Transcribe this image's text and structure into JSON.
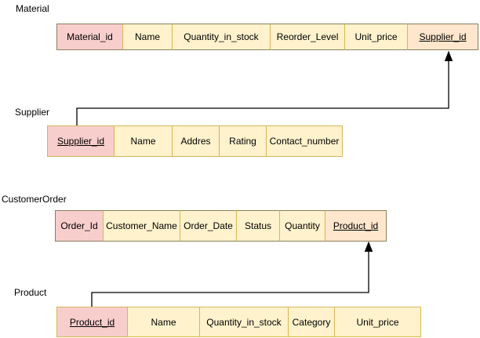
{
  "colors": {
    "cream_fill": "#fff2cc",
    "cream_border": "#d6b656",
    "pink_fill": "#f8cecc",
    "peach_fill": "#ffe6cc",
    "outer_border_dark": "#87805f",
    "connector": "#000000"
  },
  "tables": [
    {
      "label": "Material",
      "columns": [
        {
          "text": "Material_id"
        },
        {
          "text": "Name"
        },
        {
          "text": "Quantity_in_stock"
        },
        {
          "text": "Reorder_Level"
        },
        {
          "text": "Unit_price"
        },
        {
          "text": "Supplier_id"
        }
      ]
    },
    {
      "label": "Supplier",
      "columns": [
        {
          "text": "Supplier_id"
        },
        {
          "text": "Name"
        },
        {
          "text": "Addres"
        },
        {
          "text": "Rating"
        },
        {
          "text": "Contact_number"
        }
      ]
    },
    {
      "label": "CustomerOrder",
      "columns": [
        {
          "text": "Order_Id"
        },
        {
          "text": "Customer_Name"
        },
        {
          "text": "Order_Date"
        },
        {
          "text": "Status"
        },
        {
          "text": "Quantity"
        },
        {
          "text": "Product_id"
        }
      ]
    },
    {
      "label": "Product",
      "columns": [
        {
          "text": "Product_id"
        },
        {
          "text": "Name"
        },
        {
          "text": "Quantity_in_stock"
        },
        {
          "text": "Category"
        },
        {
          "text": "Unit_price"
        }
      ]
    }
  ],
  "relationships": [
    {
      "from": "Supplier.Supplier_id",
      "to": "Material.Supplier_id"
    },
    {
      "from": "Product.Product_id",
      "to": "CustomerOrder.Product_id"
    }
  ]
}
